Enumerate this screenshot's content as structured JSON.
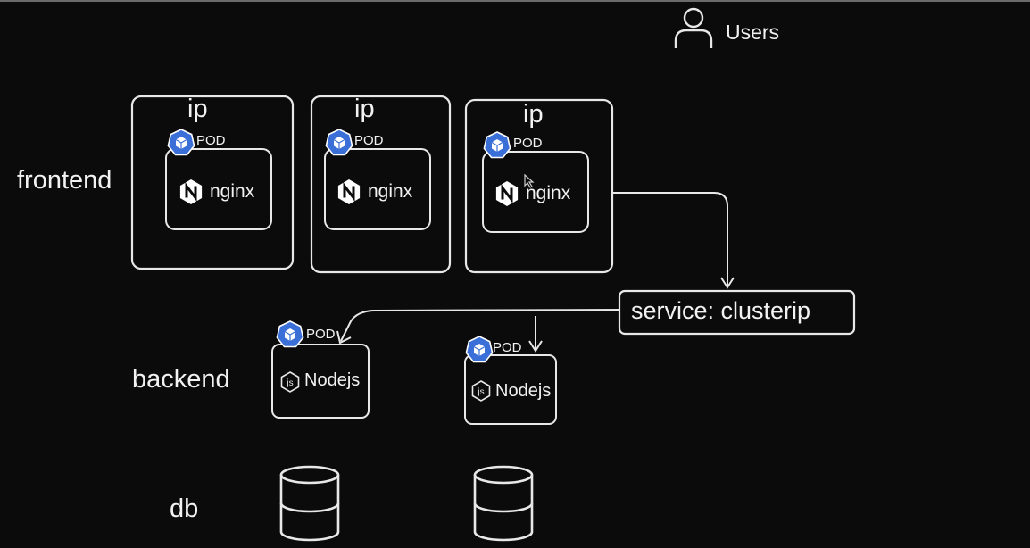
{
  "users": {
    "label": "Users"
  },
  "rows": {
    "frontend": "frontend",
    "backend": "backend",
    "db": "db"
  },
  "frontend_pods": [
    {
      "ip_label": "ip",
      "pod_label": "POD",
      "app_label": "nginx"
    },
    {
      "ip_label": "ip",
      "pod_label": "POD",
      "app_label": "nginx"
    },
    {
      "ip_label": "ip",
      "pod_label": "POD",
      "app_label": "nginx"
    }
  ],
  "service": {
    "label": "service: clusterip"
  },
  "backend_pods": [
    {
      "pod_label": "POD",
      "app_label": "Nodejs"
    },
    {
      "pod_label": "POD",
      "app_label": "Nodejs"
    }
  ],
  "databases": [
    {
      "icon": "database-icon"
    },
    {
      "icon": "database-icon"
    }
  ],
  "colors": {
    "background": "#0b0b0b",
    "stroke": "#e8e8e8",
    "k8s_badge": "#3a6fd8",
    "text": "#f2f2f2"
  }
}
